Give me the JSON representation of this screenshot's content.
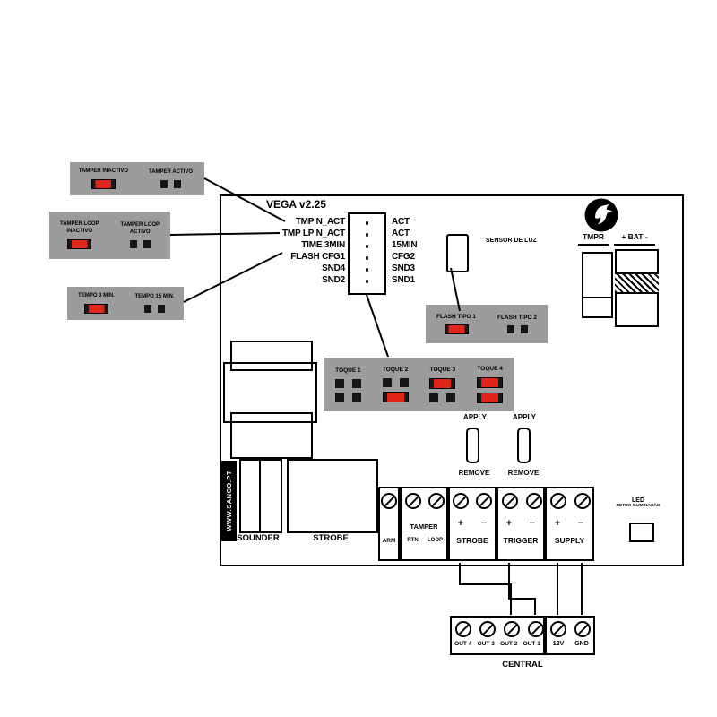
{
  "colors": {
    "legend_gray": "#9c9c9c",
    "jumper_red": "#e1251b",
    "line_black": "#000000"
  },
  "legend": [
    {
      "left": "TAMPER INACTIVO",
      "left_state": "closed",
      "right": "TAMPER ACTIVO",
      "right_state": "open"
    },
    {
      "left": "TAMPER LOOP INACTIVO",
      "left_state": "closed",
      "right": "TAMPER LOOP ACTIVO",
      "right_state": "open"
    },
    {
      "left": "TEMPO 3 MIN.",
      "left_state": "closed",
      "right": "TEMPO 15 MIN.",
      "right_state": "open"
    }
  ],
  "board": {
    "title": "VEGA v2.25",
    "left_labels": [
      "TMP N_ACT",
      "TMP LP N_ACT",
      "TIME 3MIN",
      "FLASH CFG1",
      "SND4",
      "SND2"
    ],
    "right_labels": [
      "ACT",
      "ACT",
      "15MIN",
      "CFG2",
      "SND3",
      "SND1"
    ],
    "sensor_label": "SENSOR DE LUZ",
    "tmpr_label": "TMPR",
    "bat_label": "+ BAT -",
    "website": "WWW.SANCO.PT",
    "sounder_label": "SOUNDER",
    "strobe_label": "STROBE",
    "apply_label": "APPLY",
    "remove_label": "REMOVE",
    "led_label": [
      "LED",
      "RETRO-ILUMINAÇÃO"
    ]
  },
  "flash": {
    "options": [
      {
        "label": "FLASH TIPO 1",
        "state": "closed"
      },
      {
        "label": "FLASH TIPO 2",
        "state": "open"
      }
    ]
  },
  "toque": {
    "options": [
      {
        "label": "TOQUE 1",
        "top": "open",
        "bottom": "open"
      },
      {
        "label": "TOQUE 2",
        "top": "open",
        "bottom": "closed"
      },
      {
        "label": "TOQUE 3",
        "top": "closed",
        "bottom": "open"
      },
      {
        "label": "TOQUE 4",
        "top": "closed",
        "bottom": "closed"
      }
    ]
  },
  "terminals": {
    "arm": {
      "label": "ARM"
    },
    "tamper": {
      "label": "TAMPER",
      "pins": [
        "RTN",
        "LOOP"
      ]
    },
    "strobe": {
      "label": "STROBE",
      "signs": [
        "+",
        "−"
      ]
    },
    "trigger": {
      "label": "TRIGGER",
      "signs": [
        "+",
        "−"
      ]
    },
    "supply": {
      "label": "SUPPLY",
      "signs": [
        "+",
        "−"
      ]
    }
  },
  "central": {
    "label": "CENTRAL",
    "outputs": [
      "OUT 4",
      "OUT 3",
      "OUT 2",
      "OUT 1"
    ],
    "power": [
      "12V",
      "GND"
    ]
  }
}
